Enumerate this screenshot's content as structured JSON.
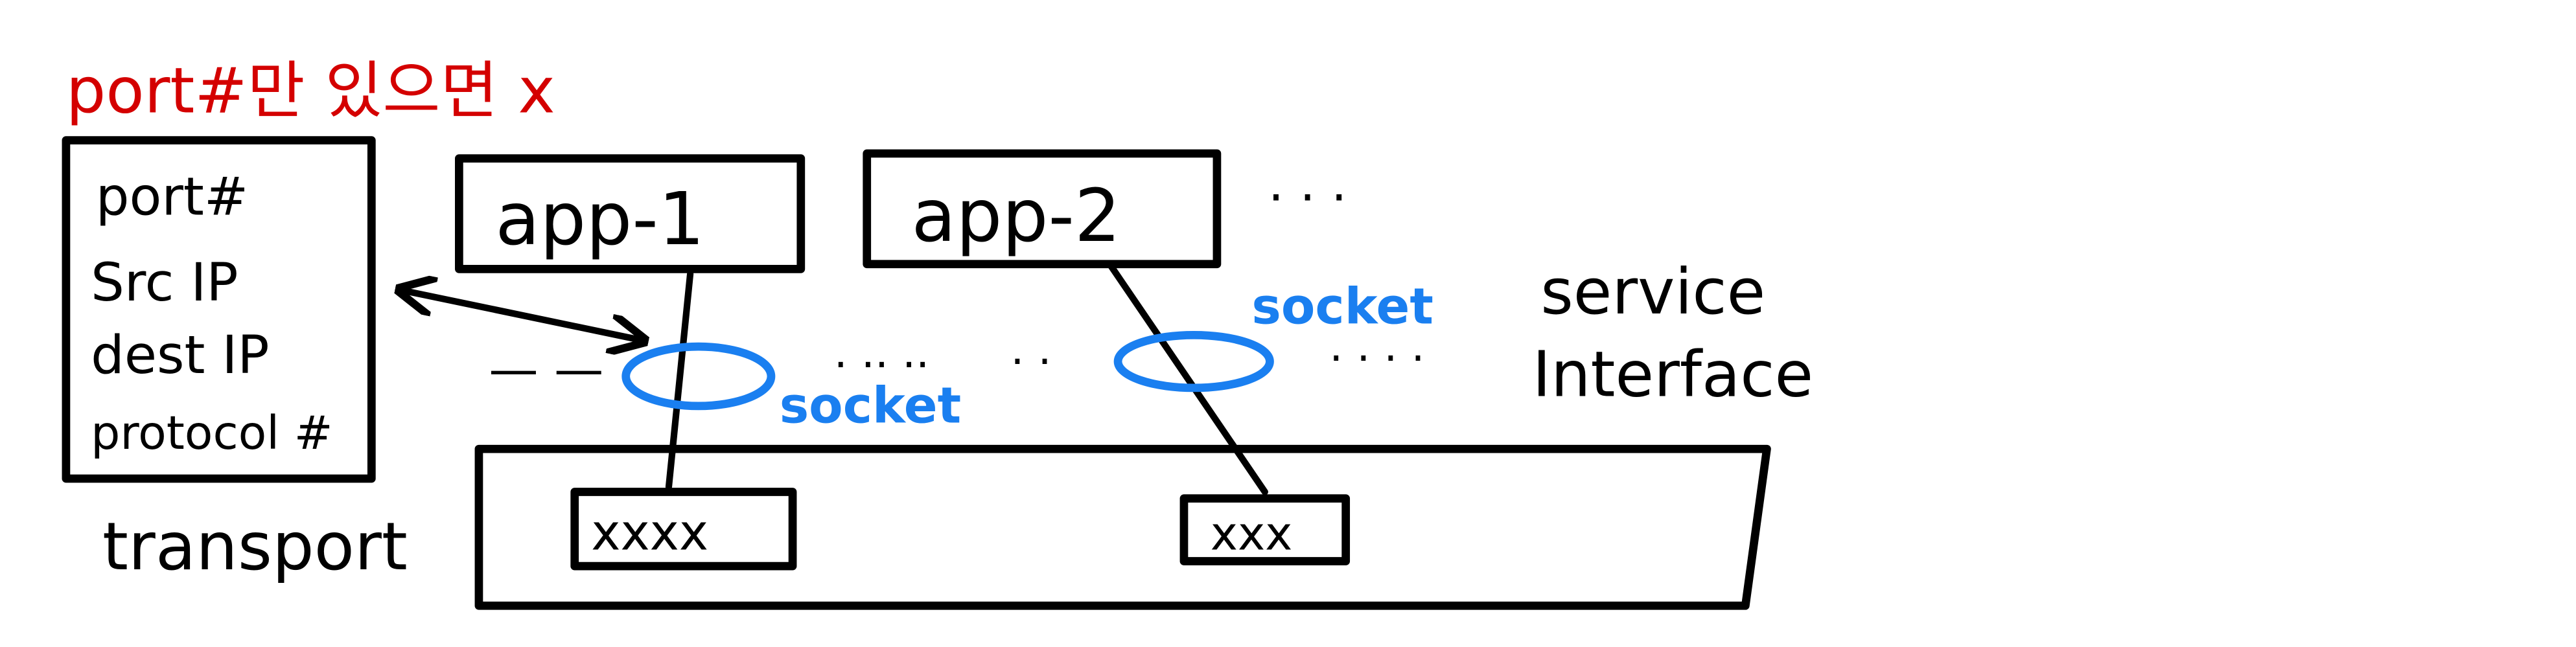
{
  "title_note": "port#만 있으면 x",
  "header_box": {
    "fields": [
      "port#",
      "Src IP",
      "dest IP",
      "protocol #"
    ]
  },
  "apps": [
    "app-1",
    "app-2"
  ],
  "more_apps": "· · ·",
  "socket_labels": [
    "socket",
    "socket"
  ],
  "dots": [
    "— —",
    "· ·· ··",
    "· ·",
    "· · · ·"
  ],
  "service_interface": [
    "service",
    "Interface"
  ],
  "transport": {
    "label": "transport",
    "ports": [
      "xxxx",
      "xxx"
    ]
  },
  "colors": {
    "note": "#d40000",
    "socket": "#1a7ff0",
    "ink": "#000000"
  }
}
